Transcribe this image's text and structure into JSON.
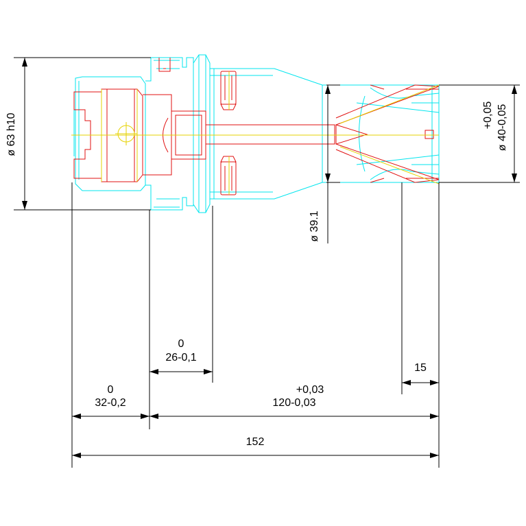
{
  "colors": {
    "outline": "#00e5ee",
    "hidden_detail": "#e01010",
    "centerline": "#e6d200",
    "dimension": "#000000",
    "background": "#ffffff"
  },
  "dimensions": {
    "dia_63": "ø 63 h10",
    "dia_39": "ø 39.1",
    "dia_40": "ø 40-0,05",
    "dia_40_tol": "+0,05",
    "len_26_upper": "0",
    "len_26": "26-0,1",
    "len_32_upper": "0",
    "len_32": "32-0,2",
    "len_120_upper": "+0,03",
    "len_120": "120-0,03",
    "len_15": "15",
    "len_152": "152"
  }
}
